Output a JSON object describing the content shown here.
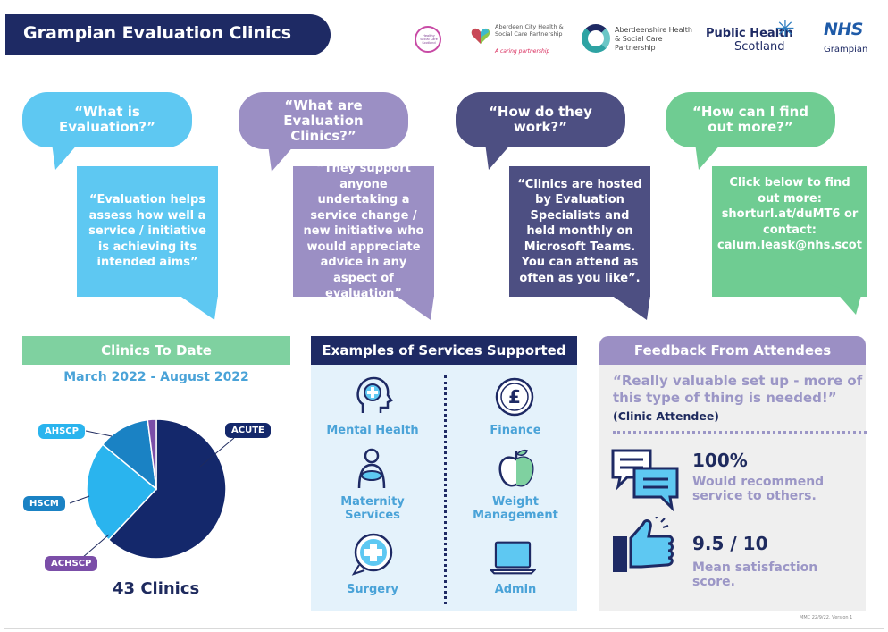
{
  "header": {
    "title": "Grampian Evaluation Clinics",
    "logos": {
      "healthy_social": "Healthy Social Care Scotland",
      "aberdeen_city": "Aberdeen City Health & Social Care Partnership",
      "aberdeen_city_tag": "A caring partnership",
      "aberdeenshire": "Aberdeenshire Health & Social Care Partnership",
      "phs_line1": "Public Health",
      "phs_line2": "Scotland",
      "nhs": "NHS",
      "nhs_sub": "Grampian"
    }
  },
  "bubbles": [
    {
      "question": "“What is Evaluation?”",
      "answer": "“Evaluation helps assess how well a service / initiative is achieving its intended aims”",
      "q_color": "#5ec8f2",
      "a_color": "#5ec8f2"
    },
    {
      "question": "“What are Evaluation Clinics?”",
      "answer": "“They support anyone undertaking a service change / new initiative who would appreciate advice in any aspect of evaluation”",
      "q_color": "#9b8fc4",
      "a_color": "#9b8fc4"
    },
    {
      "question": "“How do they work?”",
      "answer": "“Clinics are hosted by Evaluation Specialists and held monthly on Microsoft Teams. You can attend as often as you like”.",
      "q_color": "#4d4f82",
      "a_color": "#4d4f82"
    },
    {
      "question": "“How can I find out more?”",
      "answer": "Click below to find out more: shorturl.at/duMT6 or contact: calum.leask@nhs.scot",
      "q_color": "#6fcc92",
      "a_color": "#6fcc92"
    }
  ],
  "clinics": {
    "heading": "Clinics To Date",
    "range": "March 2022 - August 2022",
    "total": "43 Clinics",
    "labels": {
      "acute": "ACUTE",
      "ahscp": "AHSCP",
      "hscm": "HSCM",
      "achscp": "ACHSCP"
    },
    "colors": {
      "acute": "#14286b",
      "ahscp": "#2ab4ee",
      "hscm": "#1a82c4",
      "achscp": "#7b4ea8"
    }
  },
  "chart_data": {
    "type": "pie",
    "categories": [
      "ACUTE",
      "AHSCP",
      "HSCM",
      "ACHSCP"
    ],
    "values": [
      62,
      24,
      12,
      2
    ],
    "total_label": "43 Clinics"
  },
  "services": {
    "heading": "Examples of Services Supported",
    "items": [
      {
        "label": "Mental Health",
        "icon": "brain-head-icon"
      },
      {
        "label": "Finance",
        "icon": "pound-coin-icon"
      },
      {
        "label": "Maternity Services",
        "icon": "mother-baby-icon"
      },
      {
        "label": "Weight Management",
        "icon": "apple-icon"
      },
      {
        "label": "Surgery",
        "icon": "medical-cross-icon"
      },
      {
        "label": "Admin",
        "icon": "laptop-icon"
      }
    ]
  },
  "feedback": {
    "heading": "Feedback From Attendees",
    "quote": "“Really valuable set up - more of this type of thing is needed!”",
    "attribution": "(Clinic Attendee)",
    "stat1_value": "100%",
    "stat1_label": "Would recommend service to others.",
    "stat2_value": "9.5 / 10",
    "stat2_label": "Mean satisfaction score."
  },
  "footnote": "MMC 22/9/22. Version 1"
}
